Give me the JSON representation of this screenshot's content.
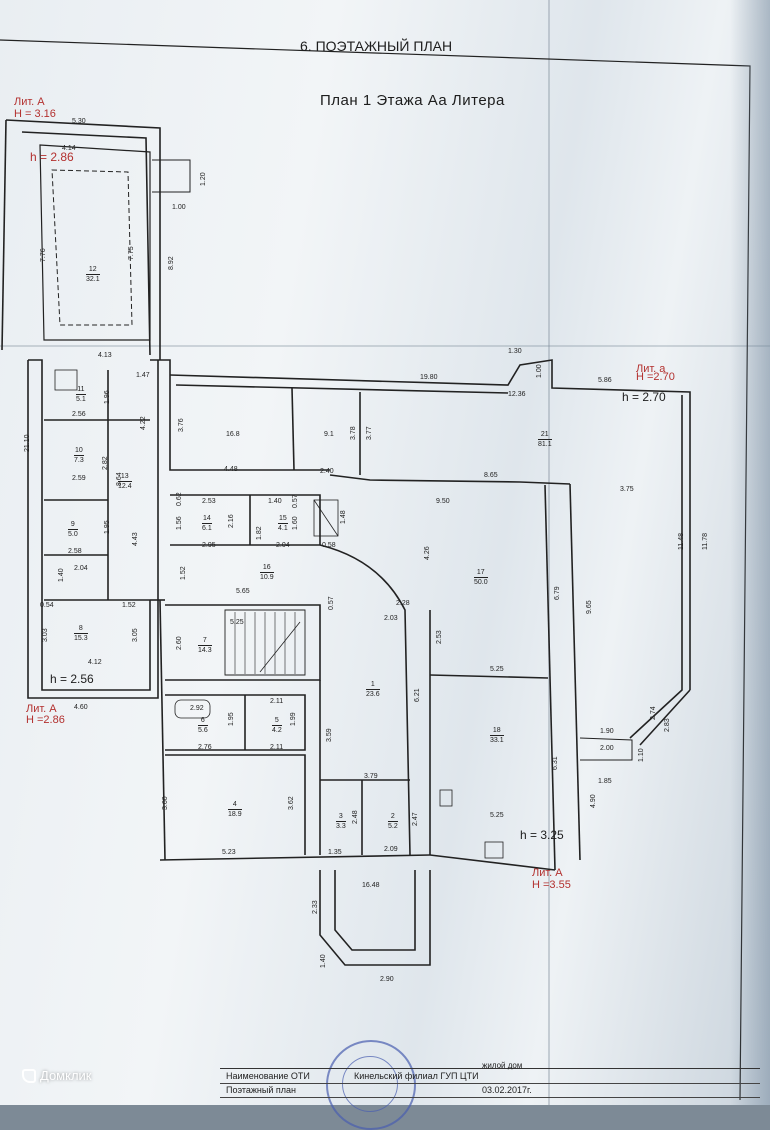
{
  "sheet": {
    "title": "6. ПОЭТАЖНЫЙ ПЛАН",
    "plan_title": "План  1  Этажа  Аа Литера"
  },
  "labels": {
    "lit_a_top": "Лит. А",
    "h_top": "Н = 3.16",
    "h_286_top": "h = 2.86",
    "lit_a_left": "Лит. А",
    "h_286_left": "Н =2.86",
    "h_256": "h = 2.56",
    "lit_a_right": "Лит. а",
    "h_270_right": "Н =2.70",
    "h_270": "h = 2.70",
    "h_325": "h = 3.25",
    "lit_a_bottom": "Лит. А",
    "h_355": "Н =3.55"
  },
  "rooms": [
    {
      "n": "12",
      "a": "32.1"
    },
    {
      "n": "11",
      "a": "5.1"
    },
    {
      "n": "10",
      "a": "7.3"
    },
    {
      "n": "13",
      "a": "12.4"
    },
    {
      "n": "9",
      "a": "5.0"
    },
    {
      "n": "8",
      "a": "15.3"
    },
    {
      "n": "16.8",
      "a": ""
    },
    {
      "n": "9.1",
      "a": ""
    },
    {
      "n": "21",
      "a": "81.1"
    },
    {
      "n": "14",
      "a": "6.1"
    },
    {
      "n": "15",
      "a": "4.1"
    },
    {
      "n": "16",
      "a": "10.9"
    },
    {
      "n": "17",
      "a": "50.0"
    },
    {
      "n": "7",
      "a": "14.3"
    },
    {
      "n": "1",
      "a": "23.6"
    },
    {
      "n": "6",
      "a": "5.6"
    },
    {
      "n": "5",
      "a": "4.2"
    },
    {
      "n": "18",
      "a": "33.1"
    },
    {
      "n": "4",
      "a": "18.9"
    },
    {
      "n": "3",
      "a": "3.3"
    },
    {
      "n": "2",
      "a": "5.2"
    }
  ],
  "dims": {
    "d530": "5.30",
    "d414": "4.14",
    "d120": "1.20",
    "d100": "1.00",
    "d776": "7.76",
    "d775": "7.75",
    "d892": "8.92",
    "d413": "4.13",
    "d147": "1.47",
    "d130": "1.30",
    "d1980": "19.80",
    "d100b": "1.00",
    "d586": "5.86",
    "d1236": "12.36",
    "d256": "2.56",
    "d196": "1.96",
    "d2110": "21.10",
    "d422": "4.22",
    "d378": "3.78",
    "d377": "3.77",
    "d376": "3.76",
    "d259": "2.59",
    "d282": "2.82",
    "d864": "8.64",
    "d448": "4.48",
    "d240": "2.40",
    "d865": "8.65",
    "d375": "3.75",
    "d253": "2.53",
    "d140": "1.40",
    "d057": "0.57",
    "d062": "0.62",
    "d950": "9.50",
    "d148": "1.48",
    "d156": "1.56",
    "d216": "2.16",
    "d182": "1.82",
    "d160": "1.60",
    "d1148": "11.48",
    "d1178": "11.78",
    "d258": "2.58",
    "d195": "1.95",
    "d443": "4.43",
    "d295": "2.95",
    "d204": "2.04",
    "d058": "0.58",
    "d426": "4.26",
    "d204b": "2.04",
    "d140b": "1.40",
    "d152": "1.52",
    "d152b": "1.52",
    "d054": "0.54",
    "d565": "5.65",
    "d057b": "0.57",
    "d228": "2.28",
    "d203": "2.03",
    "d679": "6.79",
    "d965": "9.65",
    "d303": "3.03",
    "d305": "3.05",
    "d260": "2.60",
    "d525": "5.25",
    "d253b": "2.53",
    "d412": "4.12",
    "d525b": "5.25",
    "d621": "6.21",
    "d460": "4.60",
    "d211": "2.11",
    "d292": "2.92",
    "d195b": "1.95",
    "d199": "1.99",
    "d359": "3.59",
    "d274": "2.74",
    "d283": "2.83",
    "d190": "1.90",
    "d200": "2.00",
    "d110": "1.10",
    "d185": "1.85",
    "d276": "2.76",
    "d211b": "2.11",
    "d631": "6.31",
    "d379": "3.79",
    "d360": "3.60",
    "d362": "3.62",
    "d248": "2.48",
    "d247": "2.47",
    "d490": "4.90",
    "d525c": "5.25",
    "d523": "5.23",
    "d135": "1.35",
    "d209": "2.09",
    "d1648": "16.48",
    "d233": "2.33",
    "d140c": "1.40",
    "d290": "2.90"
  },
  "stamp": {
    "name_label": "Наименование ОТИ",
    "org": "Кинельский филиал ГУП ЦТИ",
    "object": "жилой дом",
    "row2_label": "Поэтажный план",
    "date": "03.02.2017г."
  },
  "watermark": {
    "text": "Домклик"
  }
}
